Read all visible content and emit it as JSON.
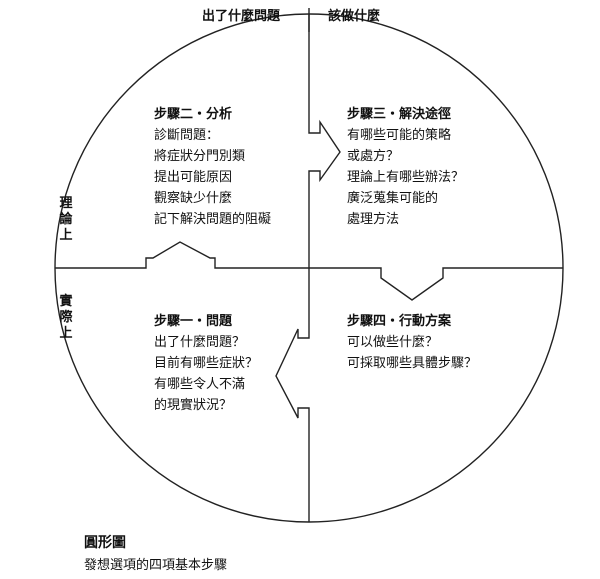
{
  "header": {
    "left": "出了什麼問題",
    "right": "該做什麼"
  },
  "side": {
    "upper": "理論上",
    "lower": "實際上"
  },
  "quadrants": {
    "analysis": {
      "title": "步驟二・分析",
      "lines": [
        "診斷問題：",
        "將症狀分門別類",
        "提出可能原因",
        "觀察缺少什麼",
        "記下解決問題的阻礙"
      ]
    },
    "solutions": {
      "title": "步驟三・解決途徑",
      "lines": [
        "有哪些可能的策略",
        "或處方？",
        "理論上有哪些辦法？",
        "廣泛蒐集可能的",
        "處理方法"
      ]
    },
    "problem": {
      "title": "步驟一・問題",
      "lines": [
        "出了什麼問題？",
        "目前有哪些症狀？",
        "有哪些令人不滿",
        "的現實狀況？"
      ]
    },
    "action": {
      "title": "步驟四・行動方案",
      "lines": [
        "可以做些什麼？",
        "可採取哪些具體步驟？"
      ]
    }
  },
  "caption": {
    "title": "圓形圖",
    "subtitle": "發想選項的四項基本步驟"
  }
}
